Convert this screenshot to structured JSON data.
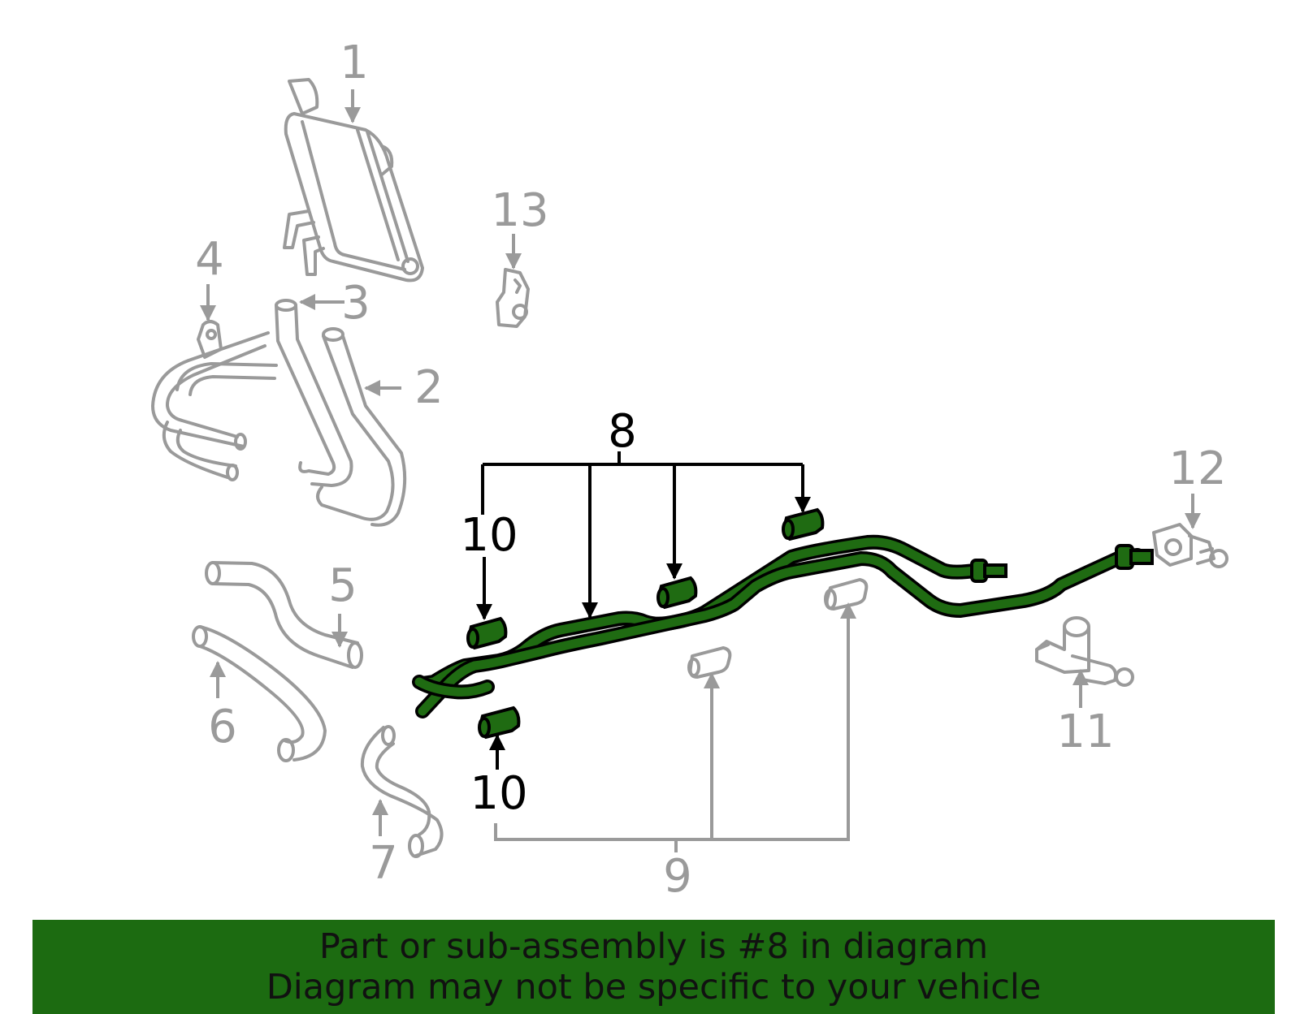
{
  "callouts": {
    "n1": "1",
    "n2": "2",
    "n3": "3",
    "n4": "4",
    "n5": "5",
    "n6": "6",
    "n7": "7",
    "n8": "8",
    "n9": "9",
    "n10_top": "10",
    "n10_bottom": "10",
    "n11": "11",
    "n12": "12",
    "n13": "13"
  },
  "banner": {
    "line1": "Part or sub-assembly is #8 in diagram",
    "line2": "Diagram may not be specific to your vehicle"
  },
  "colors": {
    "highlight": "#1f6b12",
    "banner_bg": "#1c6b11",
    "gray_part": "#9a9a9a",
    "outline": "#000000"
  }
}
